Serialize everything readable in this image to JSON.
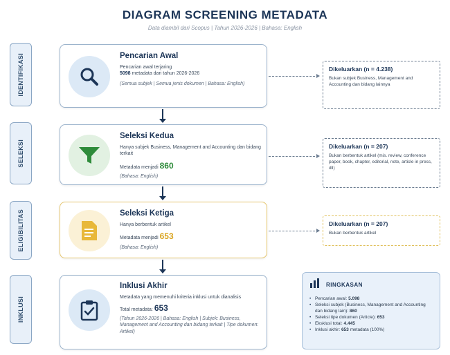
{
  "header": {
    "title": "DIAGRAM SCREENING METADATA",
    "subtitle": "Data diambil dari Scopus | Tahun 2026-2026 | Bahasa: English"
  },
  "stages": [
    {
      "label": "IDENTIFIKASI"
    },
    {
      "label": "SELEKSI"
    },
    {
      "label": "ELIGIBILITAS"
    },
    {
      "label": "INKLUSI"
    }
  ],
  "cards": [
    {
      "title": "Pencarian Awal",
      "icon": "search-icon",
      "line1": "Pencarian awal terjaring",
      "line2_bold": "5098",
      "line2_rest": " metadata dari tahun 2026-2026",
      "line3": "(Semua subjek | Semua jenis dokumen | Bahasa: English)"
    },
    {
      "title": "Seleksi Kedua",
      "icon": "filter-icon",
      "line1": "Hanya subjek Business, Management and Accounting dan bidang terkait",
      "line2_prefix": "Metadata menjadi ",
      "line2_value": "860",
      "line3": "(Bahasa: English)"
    },
    {
      "title": "Seleksi Ketiga",
      "icon": "document-icon",
      "line1": "Hanya berbentuk artikel",
      "line2_prefix": "Metadata menjadi ",
      "line2_value": "653",
      "line3": "(Bahasa: English)"
    },
    {
      "title": "Inklusi Akhir",
      "icon": "clipboard-check-icon",
      "line1": "Metadata yang memenuhi kriteria inklusi untuk dianalisis",
      "line2_prefix": "Total metadata: ",
      "line2_value": "653",
      "line3": "(Tahun 2026-2026 | Bahasa: English | Subjek: Business, Management and Accounting dan bidang terkait | Tipe dokumen: Artikel)"
    }
  ],
  "exclusions": [
    {
      "title": "Dikeluarkan (n = 4.238)",
      "text": "Bukan subjek Business, Management and Accounting dan bidang lainnya"
    },
    {
      "title": "Dikeluarkan (n = 207)",
      "text": "Bukan berbentuk artikel (mis. review, conference paper, book, chapter, editorial, note, article in press, dll)"
    },
    {
      "title": "Dikeluarkan (n = 207)",
      "text": "Bukan berbentuk artikel"
    }
  ],
  "summary": {
    "title": "RINGKASAN",
    "icon": "bar-chart-icon",
    "items": [
      {
        "text": "Pencarian awal: ",
        "bold": "5.098"
      },
      {
        "text": "Seleksi subjek (Business, Management and Accounting dan bidang lain): ",
        "bold": "860"
      },
      {
        "text": "Seleksi tipe dokumen (Article): ",
        "bold": "653"
      },
      {
        "text": "Eksklusi total: ",
        "bold": "4.445"
      },
      {
        "text": "Inklusi akhir: ",
        "bold": "653",
        "suffix": " metadata (100%)"
      }
    ]
  },
  "colors": {
    "navy": "#1c3557",
    "green": "#2e8b3a",
    "yellow": "#d9a420",
    "stage_fill": "#e8f0f9"
  }
}
